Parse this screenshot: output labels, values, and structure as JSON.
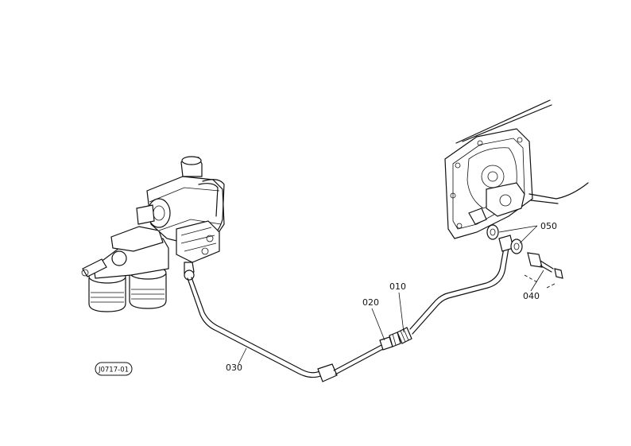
{
  "diagram": {
    "drawing_code": "J0717-01",
    "parts": [
      {
        "ref": "010"
      },
      {
        "ref": "020"
      },
      {
        "ref": "030"
      },
      {
        "ref": "040"
      },
      {
        "ref": "050"
      }
    ]
  }
}
